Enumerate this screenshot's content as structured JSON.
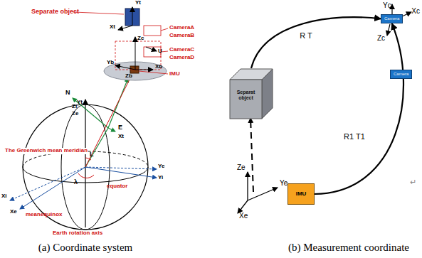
{
  "diagram": {
    "nodes": [
      {
        "text": [
          "Separat object"
        ]
      },
      {
        "text": [
          "Camera"
        ]
      },
      {
        "text": [
          "Camera"
        ]
      },
      {
        "text": [
          "IMU"
        ]
      }
    ],
    "edges": [
      {
        "from": 0,
        "to": 1,
        "arrow": "to",
        "label": "R T"
      },
      {
        "from": 3,
        "to": 1,
        "arrow": "to",
        "label": "R1 T1"
      }
    ],
    "labels": [
      "Separate object",
      "CameraA",
      "CameraB",
      "CameraC",
      "CameraD",
      "IMU",
      "Yt",
      "Xt",
      "Zc",
      "U",
      "Yb",
      "Xb",
      "Zb",
      "N",
      "Yt",
      "E",
      "Xt",
      "Zi",
      "Ze",
      "The Greenwich mean meridian",
      "meanequinox",
      "equator",
      "Ye",
      "Yi",
      "Xi",
      "Xe",
      "λ",
      "L",
      "Earth rotation axis",
      "(a) Coordinate system",
      "(b) Measurement coordinate",
      "Yc",
      "Xc",
      "Zc",
      "Ze",
      "Ye",
      "Xe",
      "↵"
    ]
  }
}
